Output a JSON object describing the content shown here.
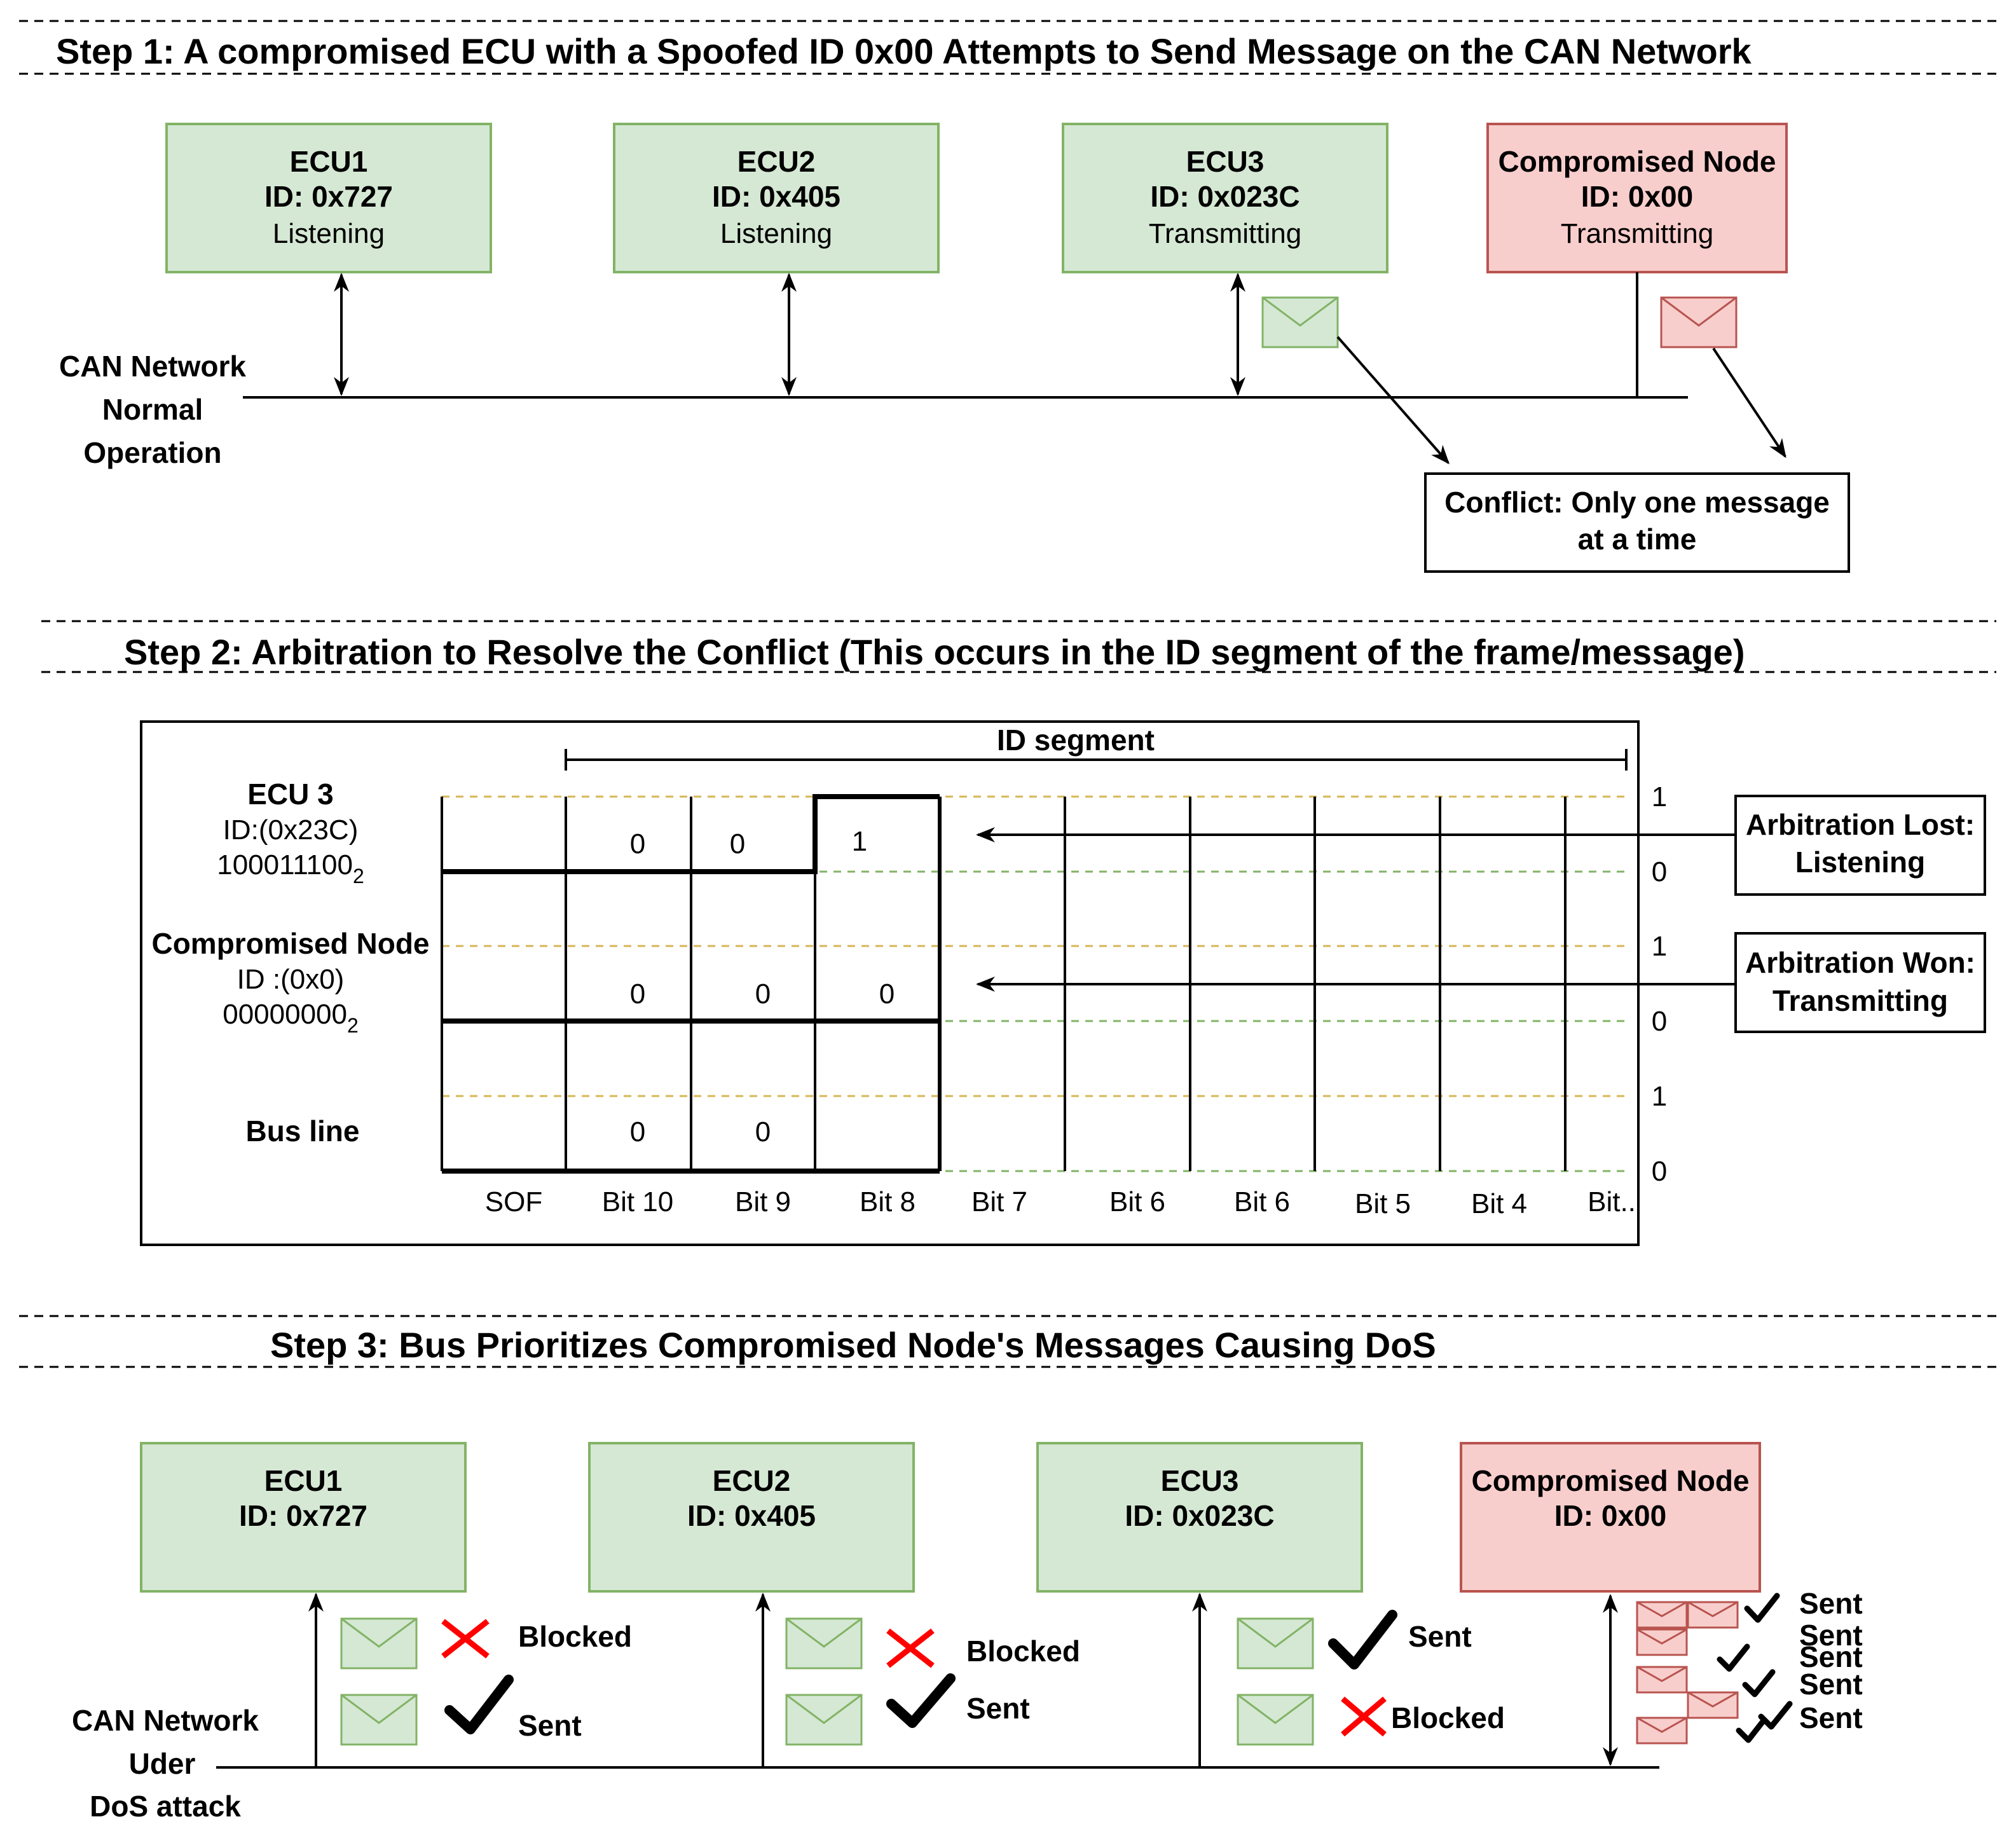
{
  "step1": {
    "title": "Step 1: A compromised ECU with a Spoofed ID 0x00 Attempts to Send Message on the CAN Network",
    "network_label": [
      "CAN Network",
      "Normal",
      "Operation"
    ],
    "nodes": [
      {
        "name": "ECU1",
        "id": "ID: 0x727",
        "status": "Listening"
      },
      {
        "name": "ECU2",
        "id": "ID: 0x405",
        "status": "Listening"
      },
      {
        "name": "ECU3",
        "id": "ID: 0x023C",
        "status": "Transmitting"
      },
      {
        "name": "Compromised Node",
        "id": "ID: 0x00",
        "status": "Transmitting"
      }
    ],
    "conflict": [
      "Conflict: Only one message",
      "at a time"
    ]
  },
  "step2": {
    "title": "Step 2: Arbitration to Resolve the Conflict (This occurs in the ID segment of the frame/message)",
    "id_segment": "ID segment",
    "ecu3": {
      "name": "ECU 3",
      "id": "ID:(0x23C)",
      "binary": "100011100",
      "base": "2"
    },
    "compromised": {
      "name": "Compromised Node",
      "id": "ID :(0x0)",
      "binary": "00000000",
      "base": "2"
    },
    "bus": {
      "name": "Bus line"
    },
    "ecu3_bits": [
      "0",
      "0",
      "1"
    ],
    "compromised_bits": [
      "0",
      "0",
      "0"
    ],
    "bus_bits": [
      "0",
      "0"
    ],
    "levels": [
      "1",
      "0",
      "1",
      "0",
      "1",
      "0"
    ],
    "columns": [
      "SOF",
      "Bit 10",
      "Bit 9",
      "Bit 8",
      "Bit 7",
      "Bit 6",
      "Bit 6",
      "Bit 5",
      "Bit 4",
      "Bit.."
    ],
    "lost": [
      "Arbitration Lost:",
      "Listening"
    ],
    "won": [
      "Arbitration Won:",
      "Transmitting"
    ]
  },
  "step3": {
    "title": "Step 3: Bus Prioritizes Compromised Node's Messages Causing DoS",
    "network_label": [
      "CAN Network",
      "Uder",
      "DoS attack"
    ],
    "nodes": [
      {
        "name": "ECU1",
        "id": "ID: 0x727"
      },
      {
        "name": "ECU2",
        "id": "ID: 0x405"
      },
      {
        "name": "ECU3",
        "id": "ID: 0x023C"
      },
      {
        "name": "Compromised Node",
        "id": "ID: 0x00"
      }
    ],
    "ecu1_status": [
      "Blocked",
      "Sent"
    ],
    "ecu2_status": [
      "Blocked",
      "Sent"
    ],
    "ecu3_status": [
      "Sent",
      "Blocked"
    ],
    "comp_status": [
      "Sent",
      "Sent",
      "Sent",
      "Sent",
      "Sent"
    ]
  },
  "colors": {
    "ok_fill": "#d5e8d4",
    "ok_stroke": "#82b366",
    "bad_fill": "#f8cecc",
    "bad_stroke": "#b85450",
    "level_one": "#d6b656",
    "blocked_mark": "#ff0000"
  }
}
